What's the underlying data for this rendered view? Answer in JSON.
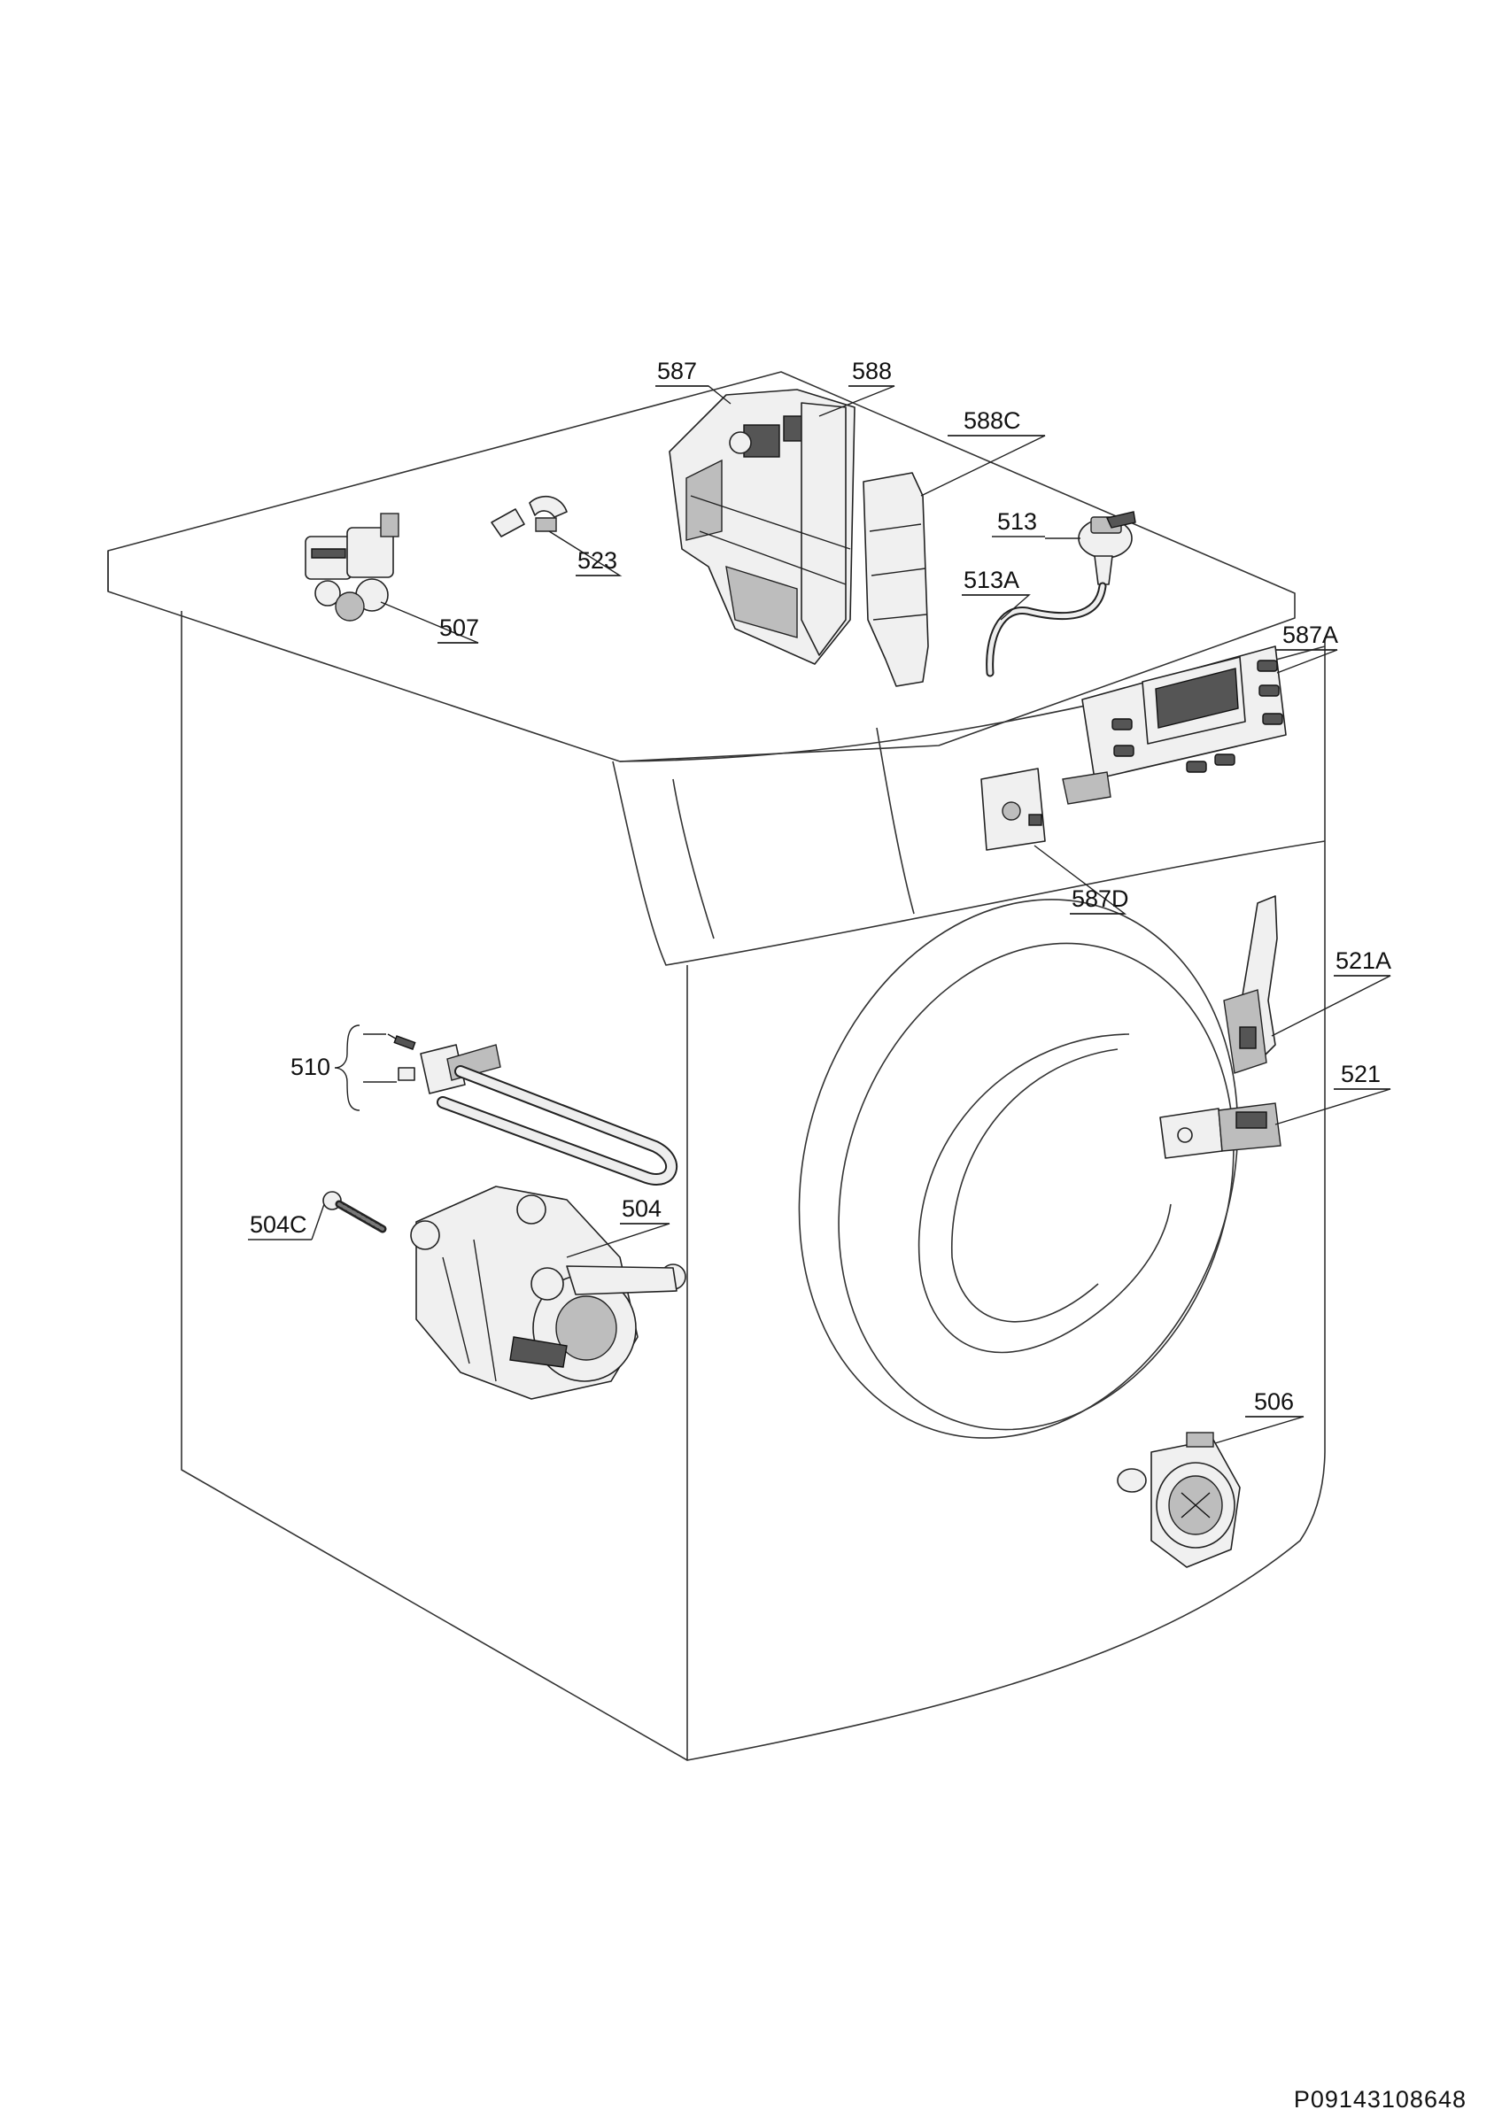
{
  "diagram": {
    "document_number": "P09143108648",
    "callouts": {
      "c587": "587",
      "c588": "588",
      "c588C": "588C",
      "c513": "513",
      "c513A": "513A",
      "c523": "523",
      "c507": "507",
      "c587A": "587A",
      "c587D": "587D",
      "c521A": "521A",
      "c521": "521",
      "c510": "510",
      "c504C": "504C",
      "c504": "504",
      "c506": "506"
    }
  }
}
